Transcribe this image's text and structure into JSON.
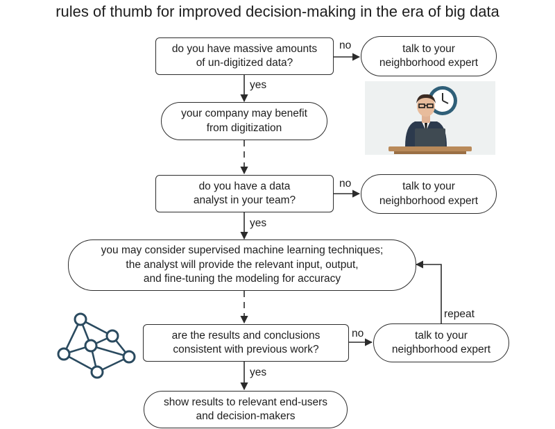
{
  "title": "rules of thumb for improved decision-making in the era of big data",
  "nodes": {
    "q_undigitized": {
      "lines": [
        "do you have massive amounts",
        "of un-digitized data?"
      ]
    },
    "expert_1": {
      "lines": [
        "talk to your",
        "neighborhood expert"
      ]
    },
    "benefit_digitization": {
      "lines": [
        "your company may benefit",
        "from digitization"
      ]
    },
    "q_analyst": {
      "lines": [
        "do you have a data",
        "analyst in your team?"
      ]
    },
    "expert_2": {
      "lines": [
        "talk to your",
        "neighborhood expert"
      ]
    },
    "supervised_ml": {
      "lines": [
        "you may consider supervised machine learning techniques;",
        "the analyst will provide the relevant input, output,",
        "and fine-tuning the modeling for accuracy"
      ]
    },
    "q_consistent": {
      "lines": [
        "are the results and conclusions",
        "consistent with previous work?"
      ]
    },
    "expert_3": {
      "lines": [
        "talk to your",
        "neighborhood expert"
      ]
    },
    "show_results": {
      "lines": [
        "show results to relevant end-users",
        "and decision-makers"
      ]
    }
  },
  "edge_labels": {
    "no_1": "no",
    "yes_1": "yes",
    "no_2": "no",
    "yes_2": "yes",
    "no_3": "no",
    "repeat": "repeat",
    "yes_3": "yes"
  },
  "colors": {
    "line": "#2b2b2b",
    "network": "#2a4a5f",
    "suit": "#2c3a4d",
    "desk": "#b98a5a",
    "panel": "#eef1f1",
    "clock": "#2f5f78"
  }
}
